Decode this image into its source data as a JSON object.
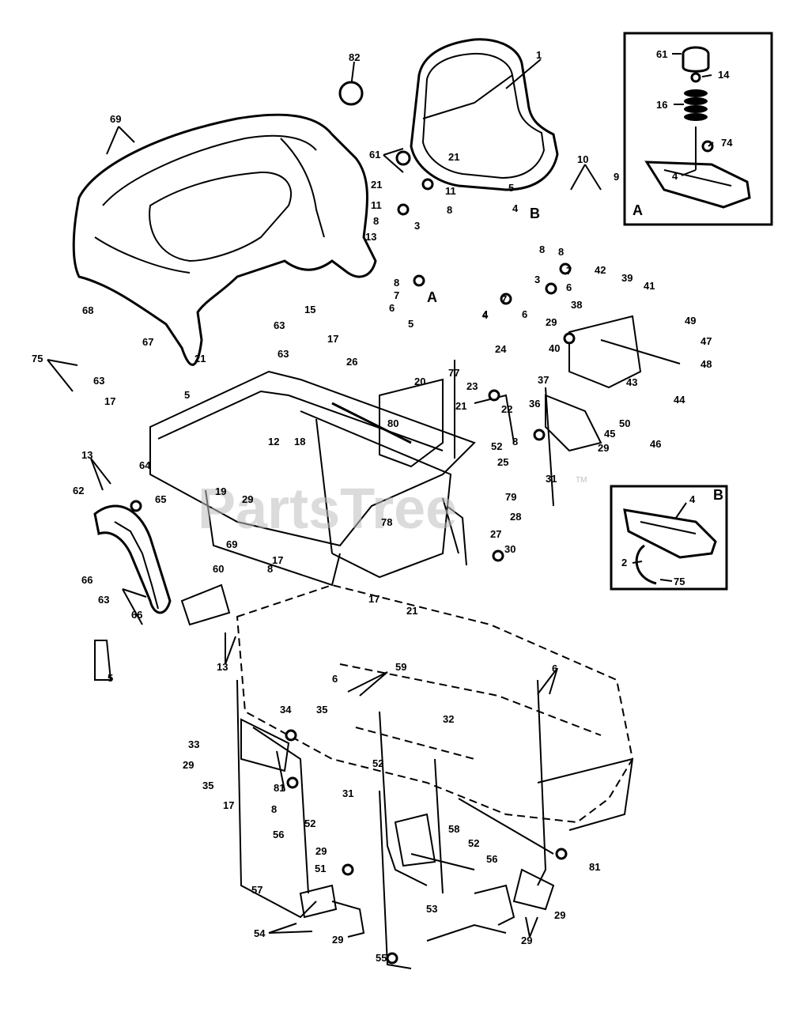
{
  "watermark": {
    "text": "PartsTree",
    "trademark": "TM"
  },
  "inset_a": {
    "letter": "A",
    "labels": [
      "61",
      "14",
      "16",
      "74",
      "4"
    ]
  },
  "inset_b": {
    "letter": "B",
    "labels": [
      "4",
      "2",
      "75"
    ]
  },
  "callouts": [
    "1",
    "82",
    "69",
    "61",
    "21",
    "11",
    "8",
    "3",
    "21",
    "11",
    "8",
    "5",
    "4",
    "B",
    "10",
    "9",
    "13",
    "68",
    "8",
    "7",
    "6",
    "5",
    "A",
    "4",
    "8",
    "7",
    "6",
    "3",
    "8",
    "7",
    "6",
    "4",
    "42",
    "39",
    "41",
    "38",
    "49",
    "47",
    "48",
    "29",
    "40",
    "37",
    "43",
    "44",
    "46",
    "45",
    "50",
    "29",
    "15",
    "17",
    "63",
    "63",
    "21",
    "67",
    "75",
    "63",
    "17",
    "5",
    "26",
    "20",
    "77",
    "80",
    "21",
    "24",
    "23",
    "22",
    "36",
    "8",
    "52",
    "25",
    "31",
    "79",
    "28",
    "78",
    "27",
    "30",
    "21",
    "17",
    "64",
    "13",
    "65",
    "62",
    "18",
    "12",
    "19",
    "29",
    "69",
    "17",
    "8",
    "66",
    "63",
    "60",
    "66",
    "13",
    "5",
    "6",
    "59",
    "6",
    "32",
    "34",
    "35",
    "33",
    "29",
    "35",
    "17",
    "81",
    "52",
    "31",
    "8",
    "52",
    "56",
    "58",
    "29",
    "51",
    "52",
    "81",
    "56",
    "57",
    "29",
    "54",
    "53",
    "29",
    "29",
    "55"
  ]
}
